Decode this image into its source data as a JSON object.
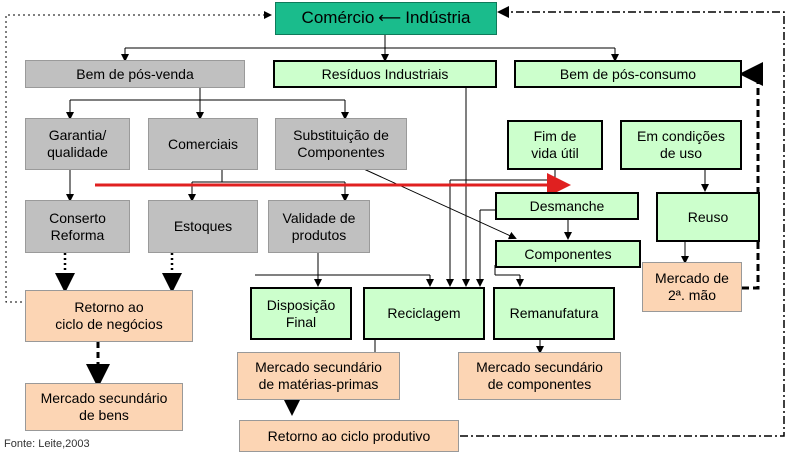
{
  "top": {
    "comercio": "Comércio",
    "industria": "Indústria"
  },
  "boxes": {
    "bem_pos_venda": "Bem de pós-venda",
    "residuos": "Resíduos Industriais",
    "bem_pos_consumo": "Bem de pós-consumo",
    "garantia": "Garantia/\nqualidade",
    "comerciais": "Comerciais",
    "substituicao": "Substituição de\nComponentes",
    "fim_vida": "Fim de\nvida útil",
    "em_condicoes": "Em condições\nde uso",
    "conserto": "Conserto\nReforma",
    "estoques": "Estoques",
    "validade": "Validade de\nprodutos",
    "desmanche": "Desmanche",
    "reuso": "Reuso",
    "componentes": "Componentes",
    "mercado_2mao": "Mercado de\n2ª. mão",
    "retorno_negocios": "Retorno ao\nciclo de negócios",
    "disposicao": "Disposição\nFinal",
    "reciclagem": "Reciclagem",
    "remanufatura": "Remanufatura",
    "mercado_materias": "Mercado secundário\nde matérias-primas",
    "mercado_componentes": "Mercado secundário\nde componentes",
    "mercado_bens": "Mercado secundário\nde bens",
    "retorno_produtivo": "Retorno ao ciclo produtivo"
  },
  "source": "Fonte: Leite,2003",
  "colors": {
    "gray": "#c0c0c0",
    "green": "#ccffcc",
    "peach": "#fcd5b4",
    "teal": "#1abc8c",
    "red_arrow": "#e02020"
  }
}
